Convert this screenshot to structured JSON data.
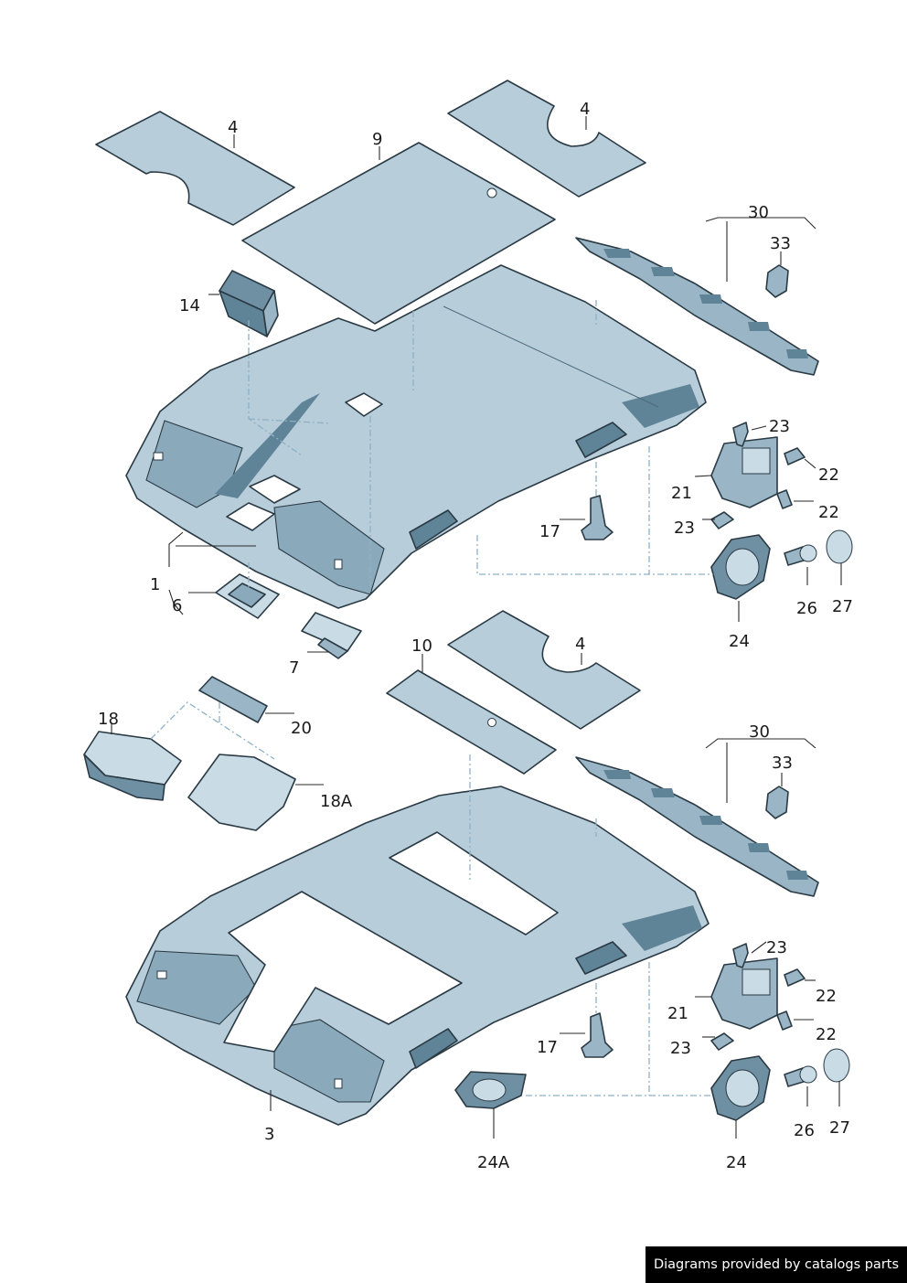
{
  "callouts": {
    "c4a": "4",
    "c9": "9",
    "c4b": "4",
    "c30a": "30",
    "c33a": "33",
    "c14": "14",
    "c23a": "23",
    "c22a": "22",
    "c21a": "21",
    "c22b": "22",
    "c17a": "17",
    "c23b": "23",
    "c1": "1",
    "c6": "6",
    "c26a": "26",
    "c27a": "27",
    "c24a": "24",
    "c7": "7",
    "c10": "10",
    "c4c": "4",
    "c18": "18",
    "c20": "20",
    "c30b": "30",
    "c33b": "33",
    "c18A": "18A",
    "c23c": "23",
    "c22c": "22",
    "c21b": "21",
    "c17b": "17",
    "c22d": "22",
    "c23d": "23",
    "c26b": "26",
    "c27b": "27",
    "c3": "3",
    "c24A": "24A",
    "c24b": "24"
  },
  "footer": {
    "text": "Diagrams provided by catalogs parts"
  },
  "colors": {
    "panel": "#b7cdda",
    "panel_dark": "#8aa9bb",
    "outline": "#2a3a44",
    "leader_dash": "#8fb1c6"
  }
}
